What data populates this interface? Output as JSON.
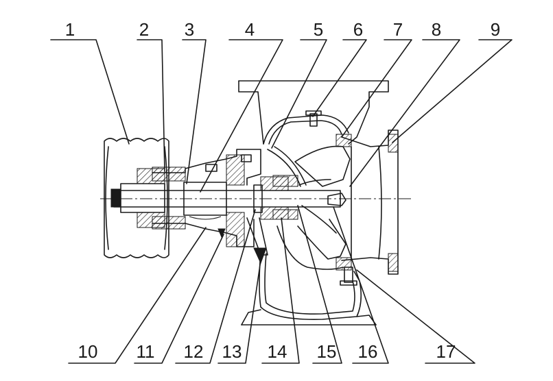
{
  "callouts_top": [
    "1",
    "2",
    "3",
    "4",
    "5",
    "6",
    "7",
    "8",
    "9"
  ],
  "callouts_bottom": [
    "10",
    "11",
    "12",
    "13",
    "14",
    "15",
    "16",
    "17"
  ]
}
